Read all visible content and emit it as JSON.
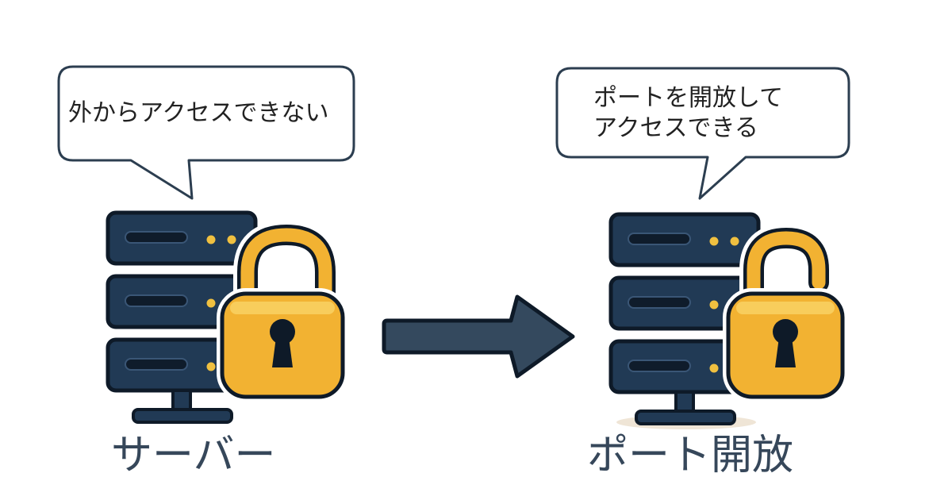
{
  "left_panel": {
    "bubble_text": "外からアクセスできない",
    "caption": "サーバー",
    "lock_state": "locked"
  },
  "right_panel": {
    "bubble_lines": [
      "ポートを開放して",
      "アクセスできる"
    ],
    "caption": "ポート開放",
    "lock_state": "unlocked"
  },
  "colors": {
    "server_body": "#213a55",
    "server_outline": "#0e1a28",
    "led": "#f0c040",
    "lock_body": "#f2b232",
    "arrow_fill": "#34495e",
    "caption_text": "#36475a"
  },
  "icons": {
    "left_server": "server-icon",
    "left_lock": "padlock-locked-icon",
    "arrow": "right-arrow-icon",
    "right_server": "server-icon",
    "right_lock": "padlock-unlocked-icon"
  }
}
